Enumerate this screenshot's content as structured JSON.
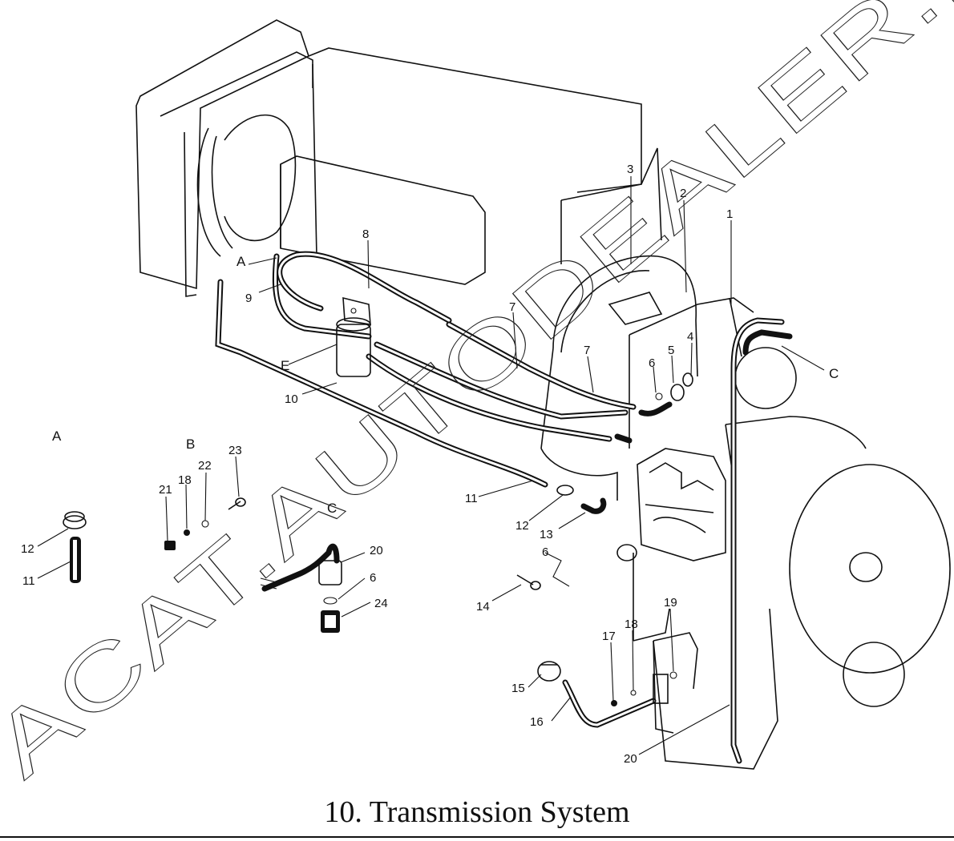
{
  "caption": "10. Transmission System",
  "watermark": "ACAT.AUTODEALER.RU",
  "view_labels": {
    "A_top": "A",
    "A_detail": "A",
    "B_detail": "B",
    "C_detail": "C",
    "C_side": "C",
    "E": "E"
  },
  "callouts": {
    "n1": "1",
    "n2": "2",
    "n3": "3",
    "n4": "4",
    "n5": "5",
    "n6a": "6",
    "n7a": "7",
    "n7b": "7",
    "n8": "8",
    "n9": "9",
    "n10": "10",
    "n11": "11",
    "n12": "12",
    "n13": "13",
    "n6b": "6",
    "n14": "14",
    "n11b": "11",
    "n12b": "12",
    "n21": "21",
    "n18": "18",
    "n22": "22",
    "n23": "23",
    "n20": "20",
    "n6c": "6",
    "n24": "24",
    "n15": "15",
    "n16": "16",
    "n17": "17",
    "n18b": "18",
    "n19": "19",
    "n20b": "20"
  }
}
